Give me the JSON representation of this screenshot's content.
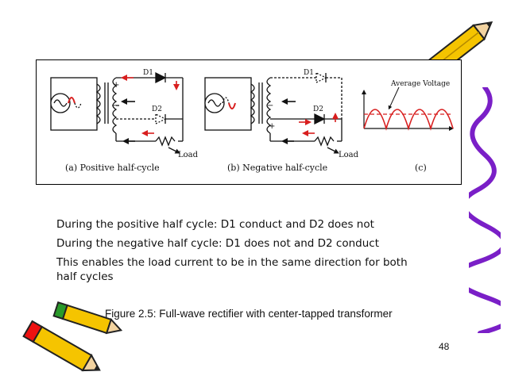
{
  "figure": {
    "labels": {
      "d1_a": "D1",
      "d2_a": "D2",
      "load_a": "Load",
      "plus_a": "+",
      "minus_a": "−",
      "d1_b": "D1",
      "d2_b": "D2",
      "load_b": "Load",
      "plus_b": "+",
      "minus_b": "−",
      "avg_voltage": "Average Voltage"
    },
    "captions": {
      "a": "(a) Positive half-cycle",
      "b": "(b) Negative half-cycle",
      "c": "(c)"
    },
    "colors": {
      "current_arrow": "#d81e1e",
      "waveform": "#d81e1e"
    }
  },
  "text": {
    "line1": "During the positive half cycle:  D1 conduct  and D2 does not",
    "line2": "During the negative half cycle: D1 does not and D2 conduct",
    "line3": "This enables the load current to be in the same direction for both half cycles"
  },
  "caption": "Figure 2.5: Full-wave rectifier with center-tapped transformer",
  "page_number": "48",
  "decorations": [
    "pencil-icon",
    "pencil-icon",
    "pencil-icon",
    "wavy-line"
  ]
}
